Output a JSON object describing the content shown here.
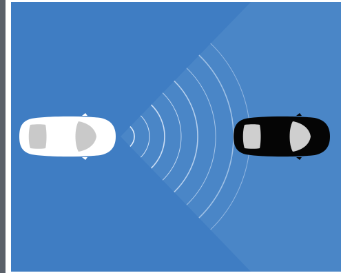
{
  "colors": {
    "background": "#3f7dc3",
    "sensor_beam": "#4a86c7",
    "left_strip": "#5a6069",
    "white_car_body": "#ffffff",
    "white_car_glass": "#c9c9c9",
    "black_car_body": "#050505",
    "black_car_glass": "#cfcfcf",
    "wave": "#eaf3ff"
  },
  "scene": {
    "subject_vehicle": "white-car",
    "detected_vehicle": "black-car",
    "wave_count": 8
  }
}
